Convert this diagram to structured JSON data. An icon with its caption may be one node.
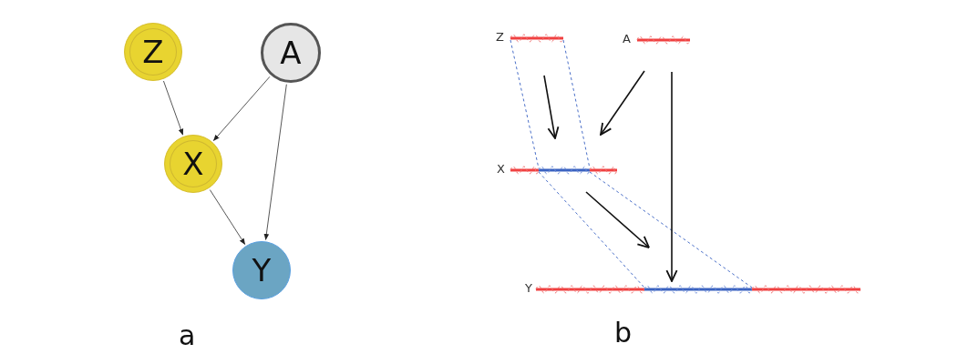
{
  "diagram": {
    "nodes": [
      {
        "text": [
          "Z"
        ]
      },
      {
        "text": [
          "A"
        ]
      },
      {
        "text": [
          "X"
        ]
      },
      {
        "text": [
          "Y"
        ]
      },
      {
        "text": [
          "Z"
        ]
      },
      {
        "text": [
          "A"
        ]
      },
      {
        "text": [
          "X"
        ]
      },
      {
        "text": [
          "Y"
        ]
      }
    ],
    "edges": [
      {
        "from": 0,
        "to": 2,
        "arrow": "to"
      },
      {
        "from": 1,
        "to": 2,
        "arrow": "to"
      },
      {
        "from": 1,
        "to": 3,
        "arrow": "to"
      },
      {
        "from": 2,
        "to": 3,
        "arrow": "to"
      },
      {
        "from": 4,
        "to": 6,
        "arrow": "to"
      },
      {
        "from": 5,
        "to": 6,
        "arrow": "to"
      },
      {
        "from": 5,
        "to": 7,
        "arrow": "to"
      },
      {
        "from": 6,
        "to": 7,
        "arrow": "to"
      }
    ],
    "labels": [
      "a",
      "b"
    ]
  }
}
